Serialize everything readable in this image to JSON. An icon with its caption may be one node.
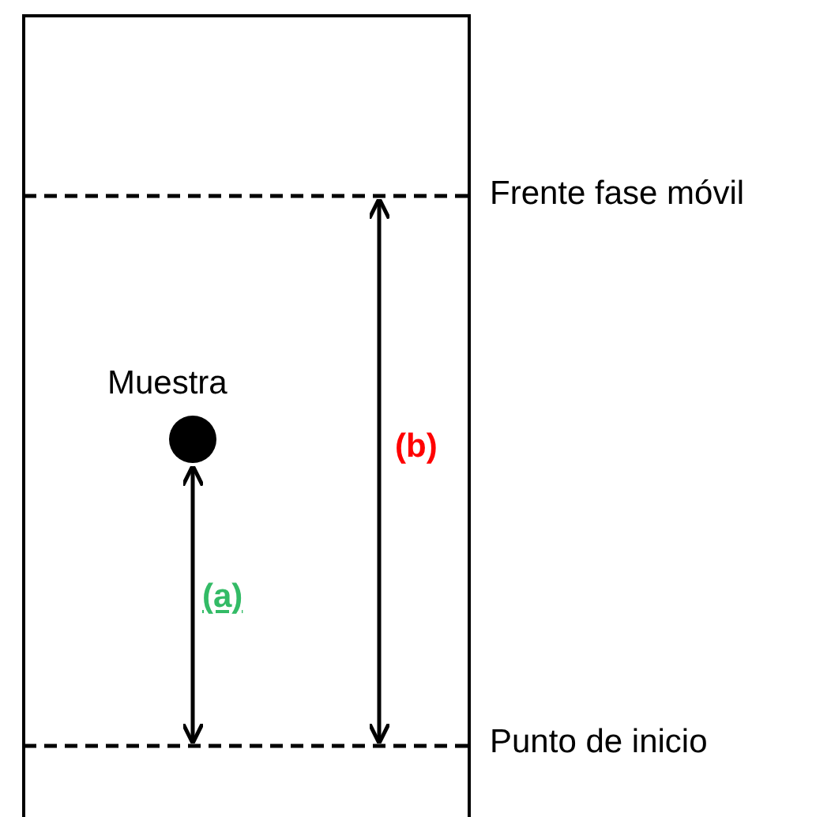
{
  "diagram": {
    "labels": [
      "Frente fase móvil",
      "Muestra",
      "(b)",
      "(a)",
      "Punto de inicio"
    ]
  }
}
